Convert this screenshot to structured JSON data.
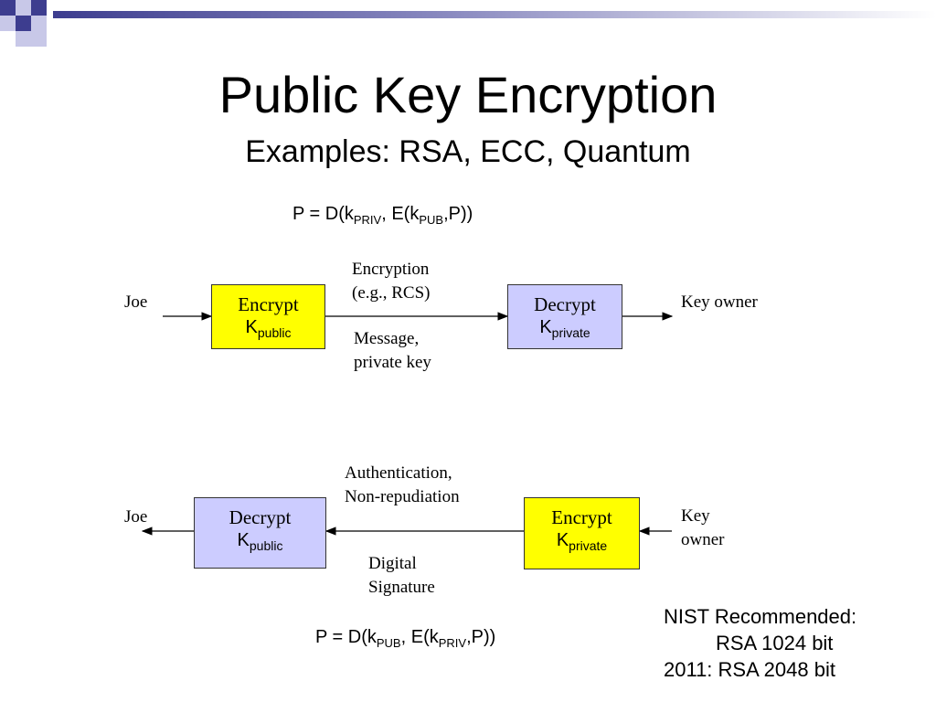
{
  "slide": {
    "title": "Public Key Encryption",
    "subtitle": "Examples: RSA, ECC, Quantum"
  },
  "colors": {
    "yellow_box": "#ffff00",
    "lavender_box": "#ccccff",
    "deco_dark": "#3d3d8f",
    "deco_light": "#c8c8e8"
  },
  "top": {
    "formula": {
      "a": "P = D(k",
      "s1": "PRIV",
      "b": ", E(k",
      "s2": "PUB",
      "c": ",P))"
    },
    "sender": "Joe",
    "receiver": "Key owner",
    "box_left": {
      "label": "Encrypt",
      "key": "K",
      "sub": "public"
    },
    "box_right": {
      "label": "Decrypt",
      "key": "K",
      "sub": "private"
    },
    "label_above": [
      "Encryption",
      "(e.g., RCS)"
    ],
    "label_below": [
      "Message,",
      "private key"
    ]
  },
  "bottom": {
    "formula": {
      "a": "P = D(k",
      "s1": "PUB",
      "b": ", E(k",
      "s2": "PRIV",
      "c": ",P))"
    },
    "receiver": "Joe",
    "sender": [
      "Key",
      "owner"
    ],
    "box_left": {
      "label": "Decrypt",
      "key": "K",
      "sub": "public"
    },
    "box_right": {
      "label": "Encrypt",
      "key": "K",
      "sub": "private"
    },
    "label_above": [
      "Authentication,",
      "Non-repudiation"
    ],
    "label_below": [
      "Digital",
      "Signature"
    ]
  },
  "nist": {
    "line1": "NIST Recommended:",
    "line2": "RSA 1024 bit",
    "line3": "2011: RSA 2048 bit"
  }
}
